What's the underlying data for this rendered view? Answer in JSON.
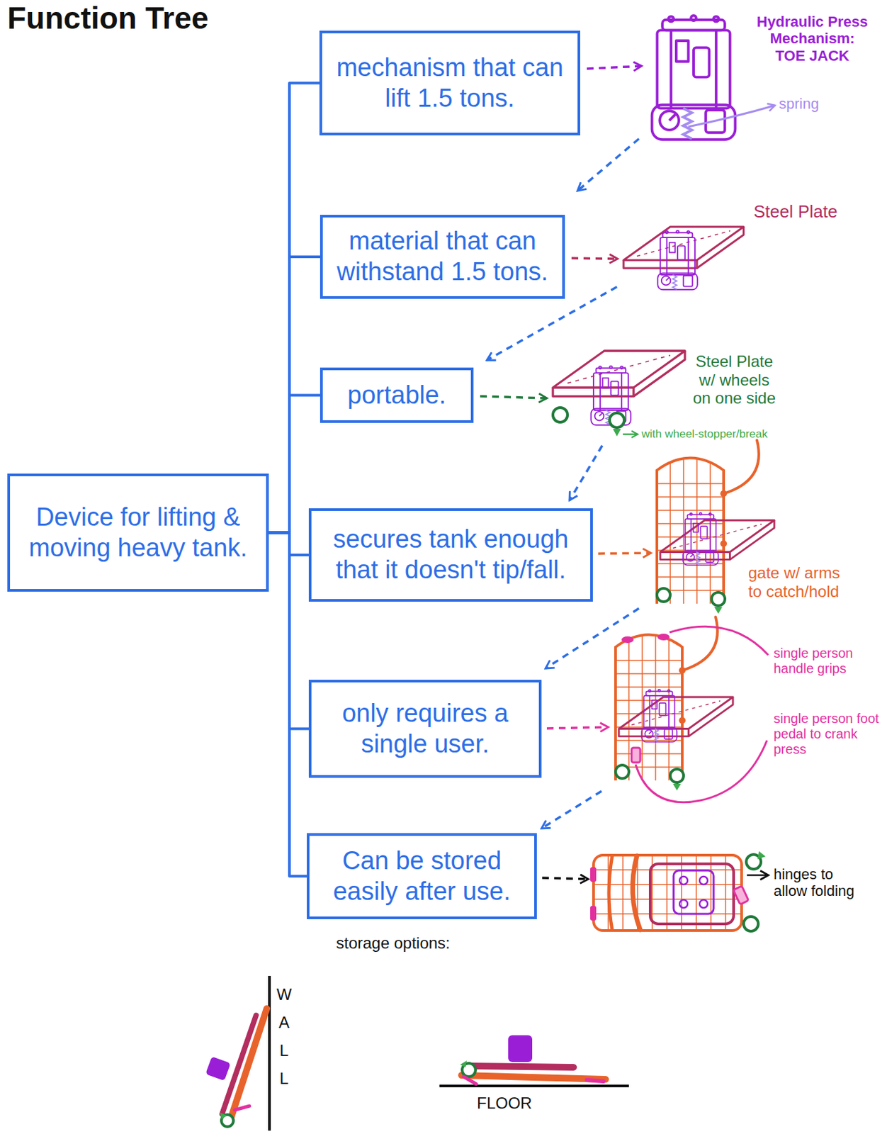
{
  "diagram": {
    "title": "Function Tree",
    "nodes": [
      {
        "text": [
          "Device for lifting & moving heavy tank."
        ]
      },
      {
        "text": [
          "mechanism that can lift 1.5 tons."
        ]
      },
      {
        "text": [
          "material that can withstand 1.5 tons."
        ]
      },
      {
        "text": [
          "portable."
        ]
      },
      {
        "text": [
          "secures tank enough that it doesn't tip/fall."
        ]
      },
      {
        "text": [
          "only requires a single user."
        ]
      },
      {
        "text": [
          "Can be stored easily after use."
        ]
      }
    ],
    "edges": [
      {
        "from": 0,
        "to": 1,
        "arrow": "none"
      },
      {
        "from": 0,
        "to": 2,
        "arrow": "none"
      },
      {
        "from": 0,
        "to": 3,
        "arrow": "none"
      },
      {
        "from": 0,
        "to": 4,
        "arrow": "none"
      },
      {
        "from": 0,
        "to": 5,
        "arrow": "none"
      },
      {
        "from": 0,
        "to": 6,
        "arrow": "none"
      }
    ],
    "labels": [
      "Hydraulic Press Mechanism: TOE JACK",
      "spring",
      "Steel Plate",
      "Steel Plate w/ wheels on one side",
      "with wheel-stopper/break",
      "gate w/ arms to catch/hold",
      "single person handle grips",
      "single person foot pedal to crank press",
      "hinges to allow folding",
      "storage options:",
      "WALL",
      "FLOOR"
    ]
  }
}
